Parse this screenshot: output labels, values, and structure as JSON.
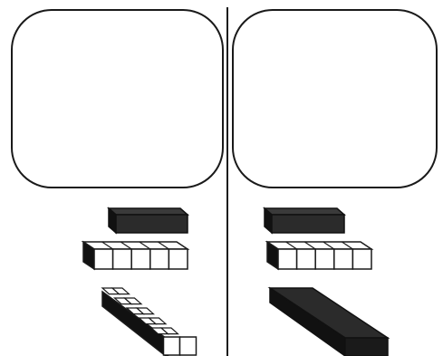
{
  "colors": {
    "background": "#ffffff",
    "stroke": "#1a1a1a",
    "block_dark": "#2b2b2b",
    "block_top": "#3a3a3a",
    "block_side": "#111111",
    "cube_face": "#ffffff"
  },
  "panels": [
    {
      "name": "left-panel",
      "answer_box": "empty",
      "blocks": [
        {
          "kind": "flat-slab",
          "style": "solid"
        },
        {
          "kind": "rod-of-ten-cubes",
          "style": "unit-cubes",
          "unit_count": 5
        },
        {
          "kind": "diagonal-rod-of-cubes",
          "style": "unit-cubes",
          "unit_count": 5
        }
      ]
    },
    {
      "name": "right-panel",
      "answer_box": "empty",
      "blocks": [
        {
          "kind": "flat-slab",
          "style": "solid"
        },
        {
          "kind": "rod-of-ten-cubes",
          "style": "unit-cubes",
          "unit_count": 5
        },
        {
          "kind": "diagonal-slab",
          "style": "solid"
        }
      ]
    }
  ],
  "divider": "vertical-line"
}
